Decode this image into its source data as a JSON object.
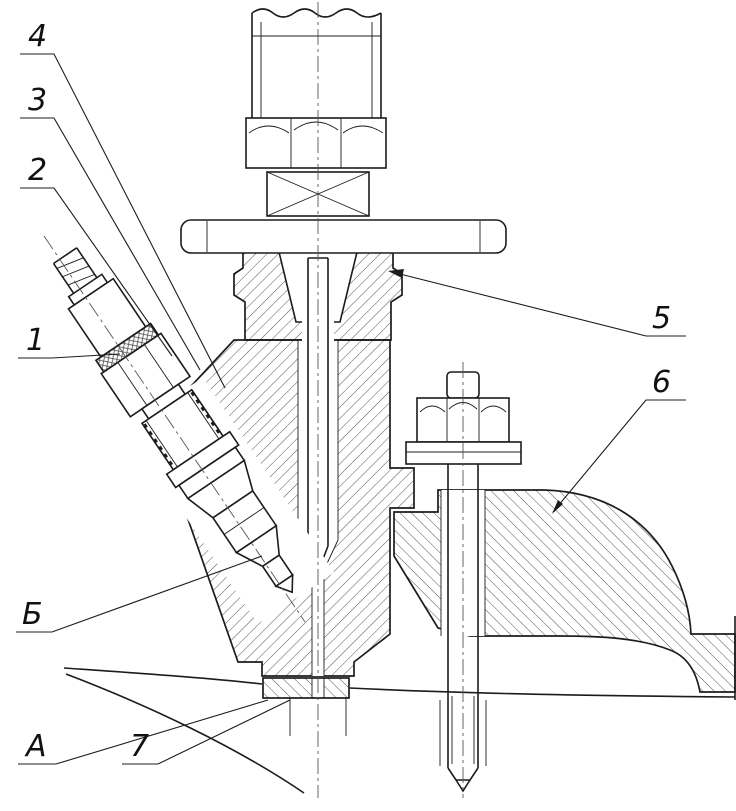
{
  "drawing": {
    "colors": {
      "background": "#ffffff",
      "line": "#1c1c1c",
      "hatch": "#555555"
    },
    "callouts": {
      "n1": "1",
      "n2": "2",
      "n3": "3",
      "n4": "4",
      "n5": "5",
      "n6": "6",
      "n7": "7",
      "letter_a": "А",
      "letter_b": "Б"
    }
  }
}
